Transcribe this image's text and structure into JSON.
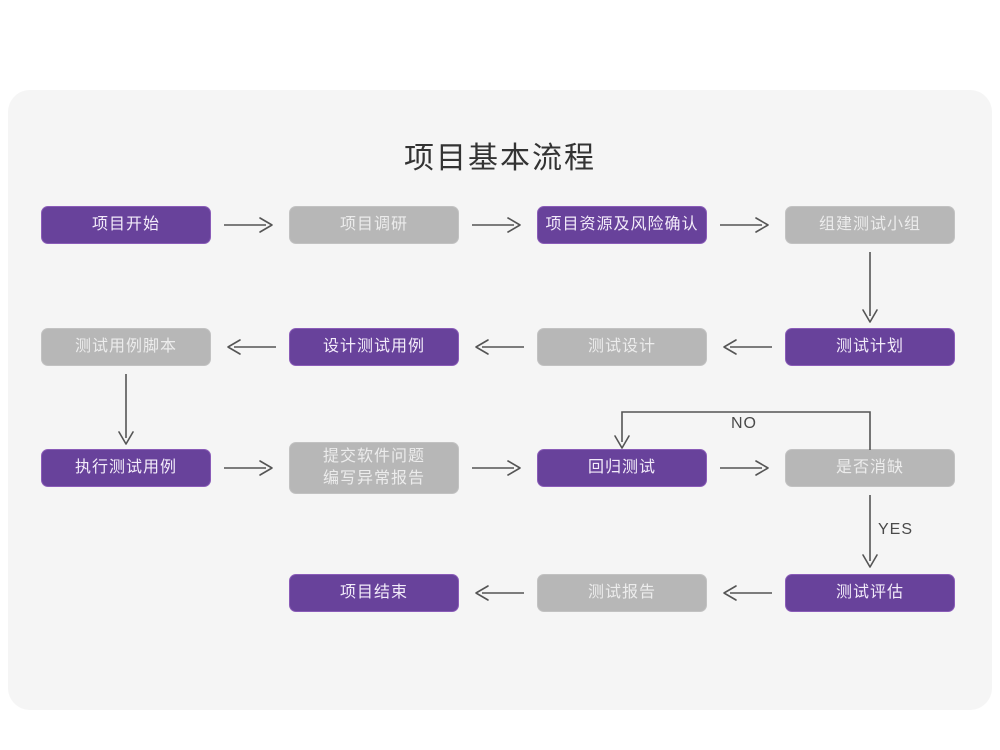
{
  "page": {
    "title": "项目基本流程",
    "background_color": "#ffffff",
    "card_color": "#f5f5f5",
    "accent_purple": "#68429b",
    "accent_gray": "#b7b7b7",
    "connector_color": "#555555"
  },
  "nodes": [
    {
      "id": "n1",
      "label": "项目开始",
      "style": "purple",
      "row": 1
    },
    {
      "id": "n2",
      "label": "项目调研",
      "style": "gray",
      "row": 1
    },
    {
      "id": "n3",
      "label": "项目资源及风险确认",
      "style": "purple",
      "row": 1
    },
    {
      "id": "n4",
      "label": "组建测试小组",
      "style": "gray",
      "row": 1
    },
    {
      "id": "n5",
      "label": "测试用例脚本",
      "style": "gray",
      "row": 2
    },
    {
      "id": "n6",
      "label": "设计测试用例",
      "style": "purple",
      "row": 2
    },
    {
      "id": "n7",
      "label": "测试设计",
      "style": "gray",
      "row": 2
    },
    {
      "id": "n8",
      "label": "测试计划",
      "style": "purple",
      "row": 2
    },
    {
      "id": "n9",
      "label": "执行测试用例",
      "style": "purple",
      "row": 3
    },
    {
      "id": "n10",
      "label_line1": "提交软件问题",
      "label_line2": "编写异常报告",
      "style": "gray",
      "row": 3
    },
    {
      "id": "n11",
      "label": "回归测试",
      "style": "purple",
      "row": 3
    },
    {
      "id": "n12",
      "label": "是否消缺",
      "style": "gray",
      "row": 3
    },
    {
      "id": "n13",
      "label": "项目结束",
      "style": "purple",
      "row": 4
    },
    {
      "id": "n14",
      "label": "测试报告",
      "style": "gray",
      "row": 4
    },
    {
      "id": "n15",
      "label": "测试评估",
      "style": "purple",
      "row": 4
    }
  ],
  "edge_labels": {
    "no": "NO",
    "yes": "YES"
  }
}
